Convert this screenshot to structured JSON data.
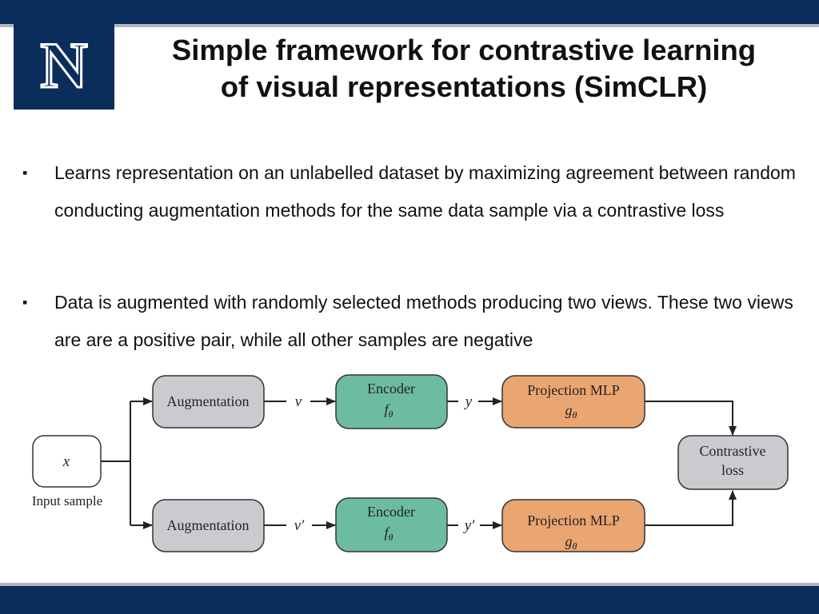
{
  "slide": {
    "title_line1": "Simple framework for contrastive learning",
    "title_line2": "of visual representations (SimCLR)",
    "colors": {
      "navy": "#0b2d5b",
      "gray_box": "#c9cbcf",
      "teal_box": "#6ebba4",
      "orange_box": "#eba570"
    },
    "logo_letter": "N",
    "bullets": [
      {
        "mark": "▪",
        "text": "Learns representation on an unlabelled dataset by maximizing agreement between random conducting augmentation methods for the same data sample via a contrastive loss"
      },
      {
        "mark": "▪",
        "text": "Data is augmented with randomly selected methods producing two views. These two views are are a positive pair, while all other samples are negative"
      }
    ]
  },
  "diagram": {
    "input_symbol": "x",
    "input_label": "Input sample",
    "augmentation_label": "Augmentation",
    "encoder_label": "Encoder",
    "encoder_fn": "f",
    "projection_label": "Projection MLP",
    "projection_fn": "g",
    "theta": "θ",
    "view_top": "v",
    "view_bottom": "v′",
    "rep_top": "y",
    "rep_bottom": "y′",
    "loss_line1": "Contrastive",
    "loss_line2": "loss"
  }
}
